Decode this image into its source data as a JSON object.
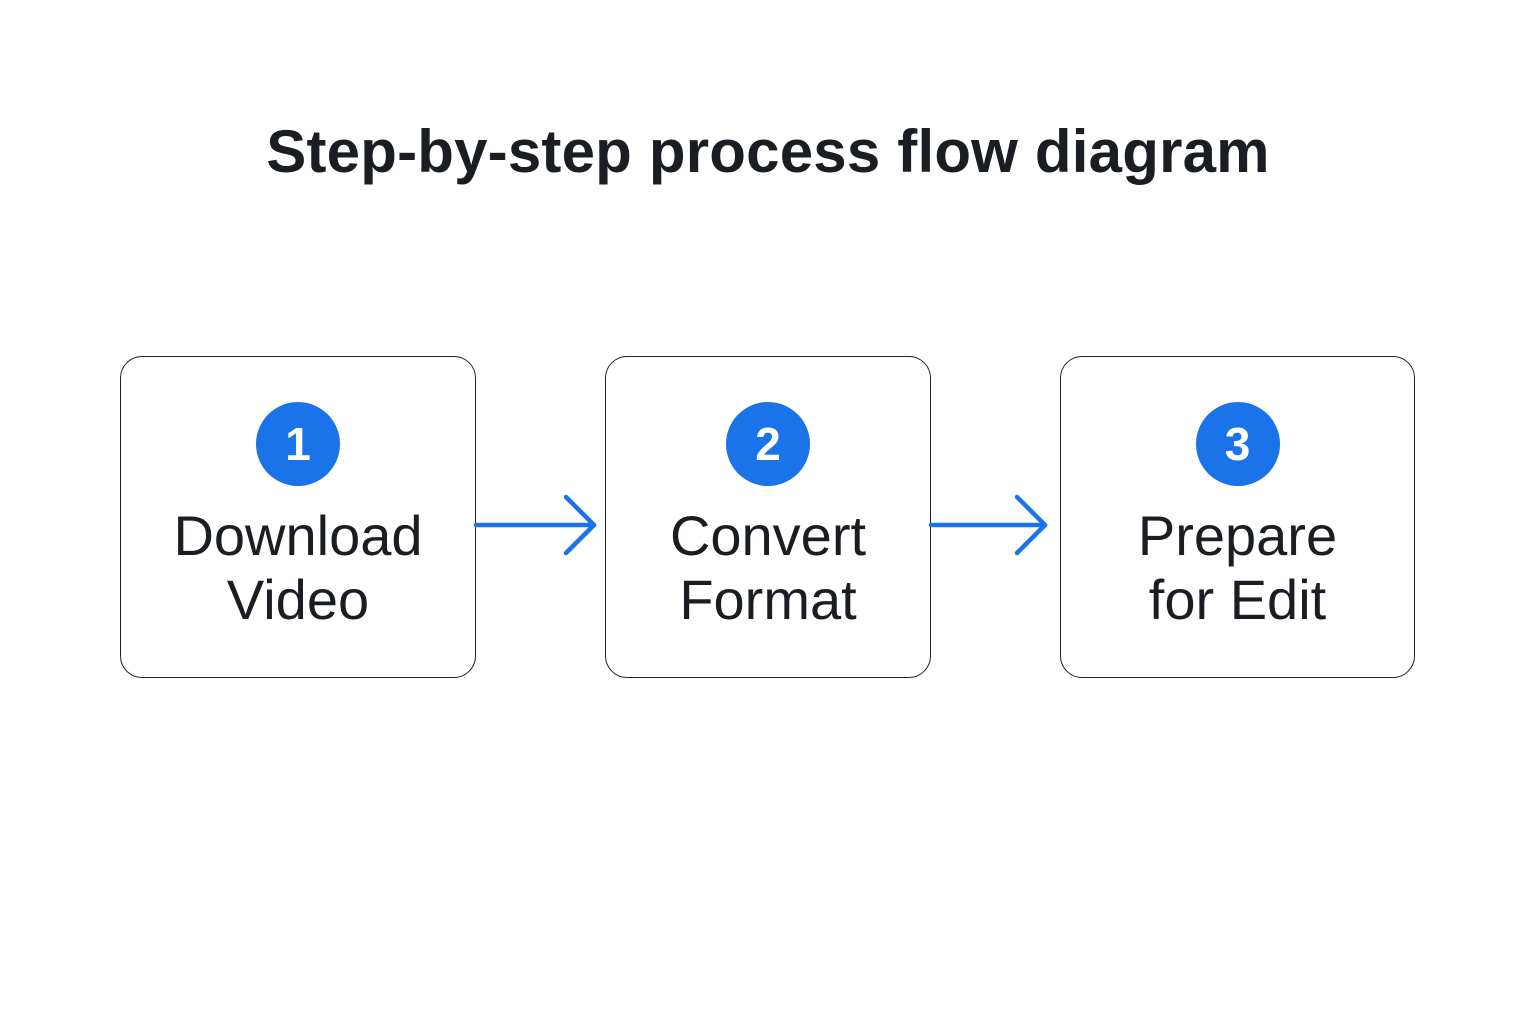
{
  "title": "Step-by-step process flow diagram",
  "colors": {
    "accent": "#1a73e8",
    "text": "#1a1d21",
    "border": "#1e2227",
    "background": "#ffffff"
  },
  "steps": [
    {
      "number": "1",
      "line1": "Download",
      "line2": "Video"
    },
    {
      "number": "2",
      "line1": "Convert",
      "line2": "Format"
    },
    {
      "number": "3",
      "line1": "Prepare",
      "line2": "for Edit"
    }
  ],
  "connectors": [
    {
      "from": "1",
      "to": "2",
      "icon": "arrow-right-icon"
    },
    {
      "from": "2",
      "to": "3",
      "icon": "arrow-right-icon"
    }
  ]
}
